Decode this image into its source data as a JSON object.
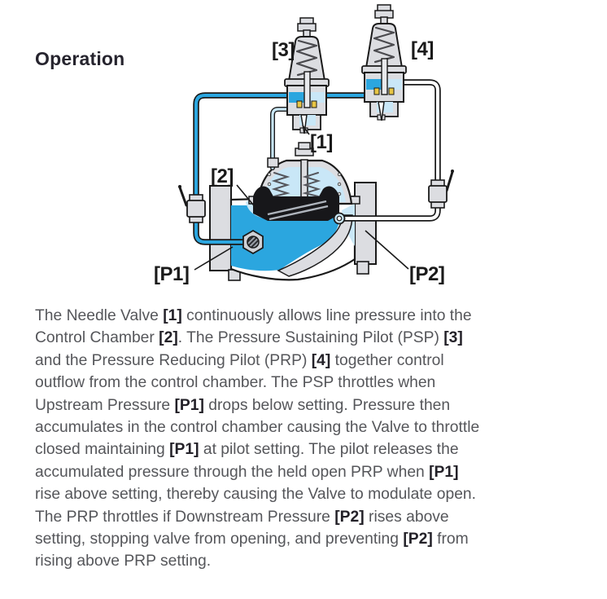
{
  "page": {
    "title": "Operation"
  },
  "colors": {
    "water_dark": "#2ba6df",
    "water_light": "#c9e7f7",
    "metal_gray": "#dcdde1",
    "metal_dark": "#cfd1d6",
    "outline": "#1a1a1a",
    "seal_yellow": "#e8c544",
    "text": "#55565a",
    "text_bold": "#232128",
    "heading": "#26242e"
  },
  "diagram": {
    "description": "Pilot-operated control valve schematic",
    "labels": {
      "needle_valve": "[1]",
      "control_chamber": "[2]",
      "psp": "[3]",
      "prp": "[4]",
      "upstream_pressure": "[P1]",
      "downstream_pressure": "[P2]"
    }
  },
  "paragraph": {
    "lines": [
      [
        {
          "t": "The Needle Valve "
        },
        {
          "t": "[1]",
          "b": true
        },
        {
          "t": " continuously allows line pressure into the"
        }
      ],
      [
        {
          "t": "Control Chamber "
        },
        {
          "t": "[2]",
          "b": true
        },
        {
          "t": ". The Pressure Sustaining Pilot (PSP) "
        },
        {
          "t": "[3]",
          "b": true
        }
      ],
      [
        {
          "t": "and the Pressure Reducing Pilot (PRP) "
        },
        {
          "t": "[4]",
          "b": true
        },
        {
          "t": " together control"
        }
      ],
      [
        {
          "t": "outflow from the control chamber. The PSP throttles when"
        }
      ],
      [
        {
          "t": "Upstream Pressure "
        },
        {
          "t": "[P1]",
          "b": true
        },
        {
          "t": " drops below setting. Pressure then"
        }
      ],
      [
        {
          "t": "accumulates in the control chamber causing the Valve to throttle"
        }
      ],
      [
        {
          "t": "closed maintaining "
        },
        {
          "t": "[P1]",
          "b": true
        },
        {
          "t": " at pilot setting. The pilot releases the"
        }
      ],
      [
        {
          "t": "accumulated pressure through the held open PRP when "
        },
        {
          "t": "[P1]",
          "b": true
        }
      ],
      [
        {
          "t": "rise above setting, thereby causing the Valve to modulate open."
        }
      ],
      [
        {
          "t": "The PRP throttles if Downstream Pressure "
        },
        {
          "t": "[P2]",
          "b": true
        },
        {
          "t": " rises above"
        }
      ],
      [
        {
          "t": "setting, stopping valve from opening, and preventing "
        },
        {
          "t": "[P2]",
          "b": true
        },
        {
          "t": " from"
        }
      ],
      [
        {
          "t": "rising above PRP setting."
        }
      ]
    ]
  }
}
